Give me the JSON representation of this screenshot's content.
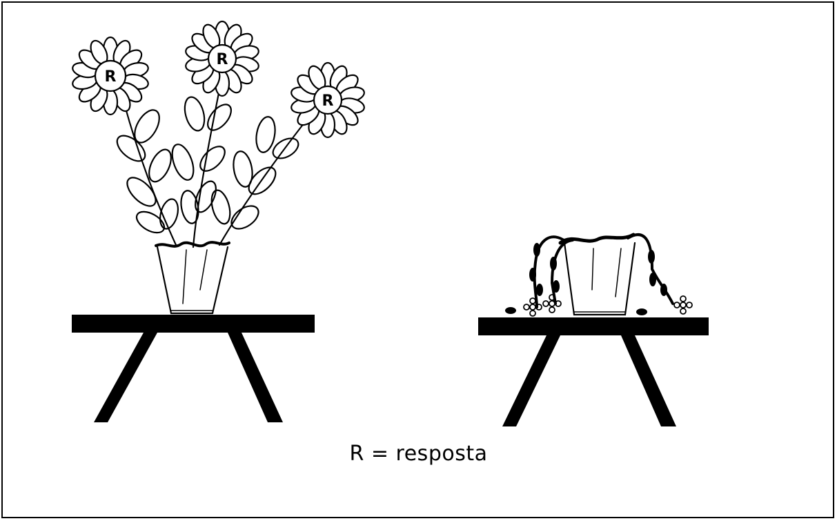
{
  "flowers": [
    {
      "letter": "R"
    },
    {
      "letter": "R"
    },
    {
      "letter": "R"
    }
  ],
  "caption": "R = resposta",
  "colors": {
    "ink": "#000000",
    "paper": "#ffffff"
  }
}
